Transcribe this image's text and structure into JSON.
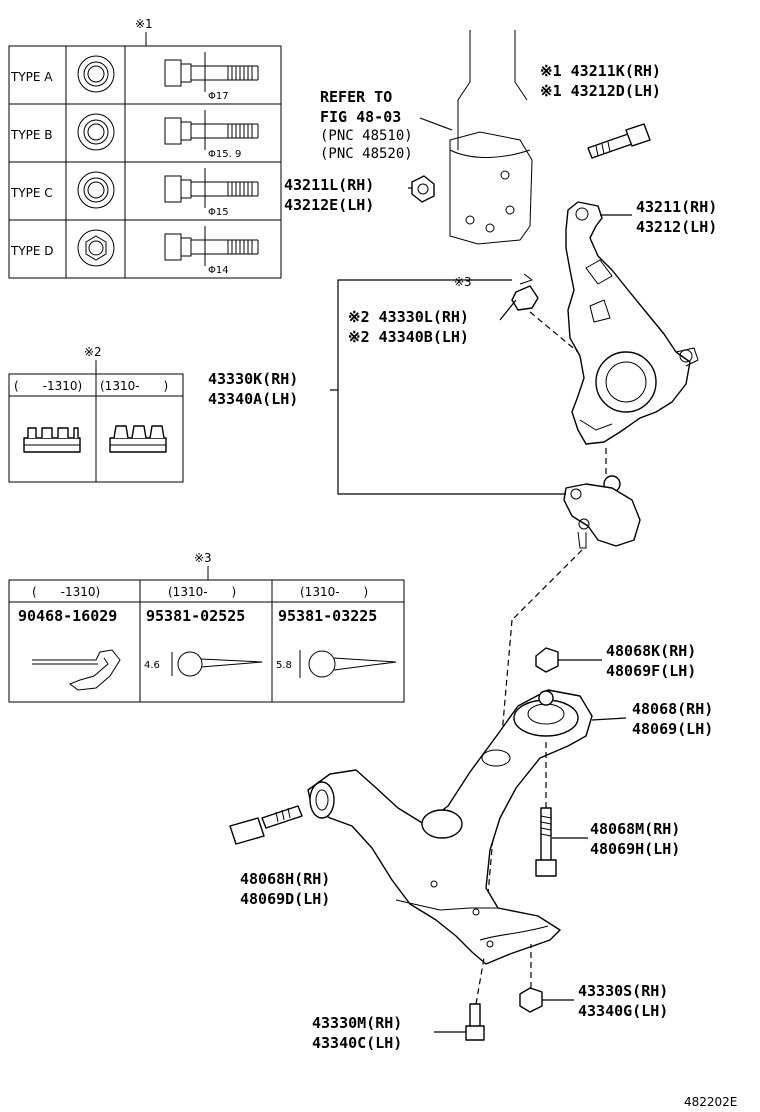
{
  "table1": {
    "marker": "※1",
    "rows": [
      {
        "type": "TYPE A",
        "dia": "Φ17"
      },
      {
        "type": "TYPE B",
        "dia": "Φ15. 9"
      },
      {
        "type": "TYPE C",
        "dia": "Φ15"
      },
      {
        "type": "TYPE D",
        "dia": "Φ14"
      }
    ]
  },
  "table2": {
    "marker": "※2",
    "headers": [
      "(　　-1310)",
      "(1310-　　)"
    ]
  },
  "table3": {
    "marker": "※3",
    "headers": [
      "(　　-1310)",
      "(1310-　　)",
      "(1310-　　)"
    ],
    "parts": [
      "90468-16029",
      "95381-02525",
      "95381-03225"
    ],
    "dims": [
      "4.6",
      "5.8"
    ]
  },
  "refer": {
    "line1": "REFER TO",
    "line2": "FIG 48-03",
    "line3": "(PNC 48510)",
    "line4": "(PNC 48520)"
  },
  "labels": {
    "l43211K": "※1 43211K(RH)",
    "l43212D": "※1 43212D(LH)",
    "l43211L": "43211L(RH)",
    "l43212E": "43212E(LH)",
    "l43211": "43211(RH)",
    "l43212": "43212(LH)",
    "m3": "※3",
    "l43330L": "※2 43330L(RH)",
    "l43340B": "※2 43340B(LH)",
    "l43330K": "43330K(RH)",
    "l43340A": "43340A(LH)",
    "l48068K": "48068K(RH)",
    "l48069F": "48069F(LH)",
    "l48068": "48068(RH)",
    "l48069": "48069(LH)",
    "l48068M": "48068M(RH)",
    "l48069H": "48069H(LH)",
    "l48068H": "48068H(RH)",
    "l48069D": "48069D(LH)",
    "l43330S": "43330S(RH)",
    "l43340G": "43340G(LH)",
    "l43330M": "43330M(RH)",
    "l43340C": "43340C(LH)"
  },
  "figure_id": "482202E"
}
